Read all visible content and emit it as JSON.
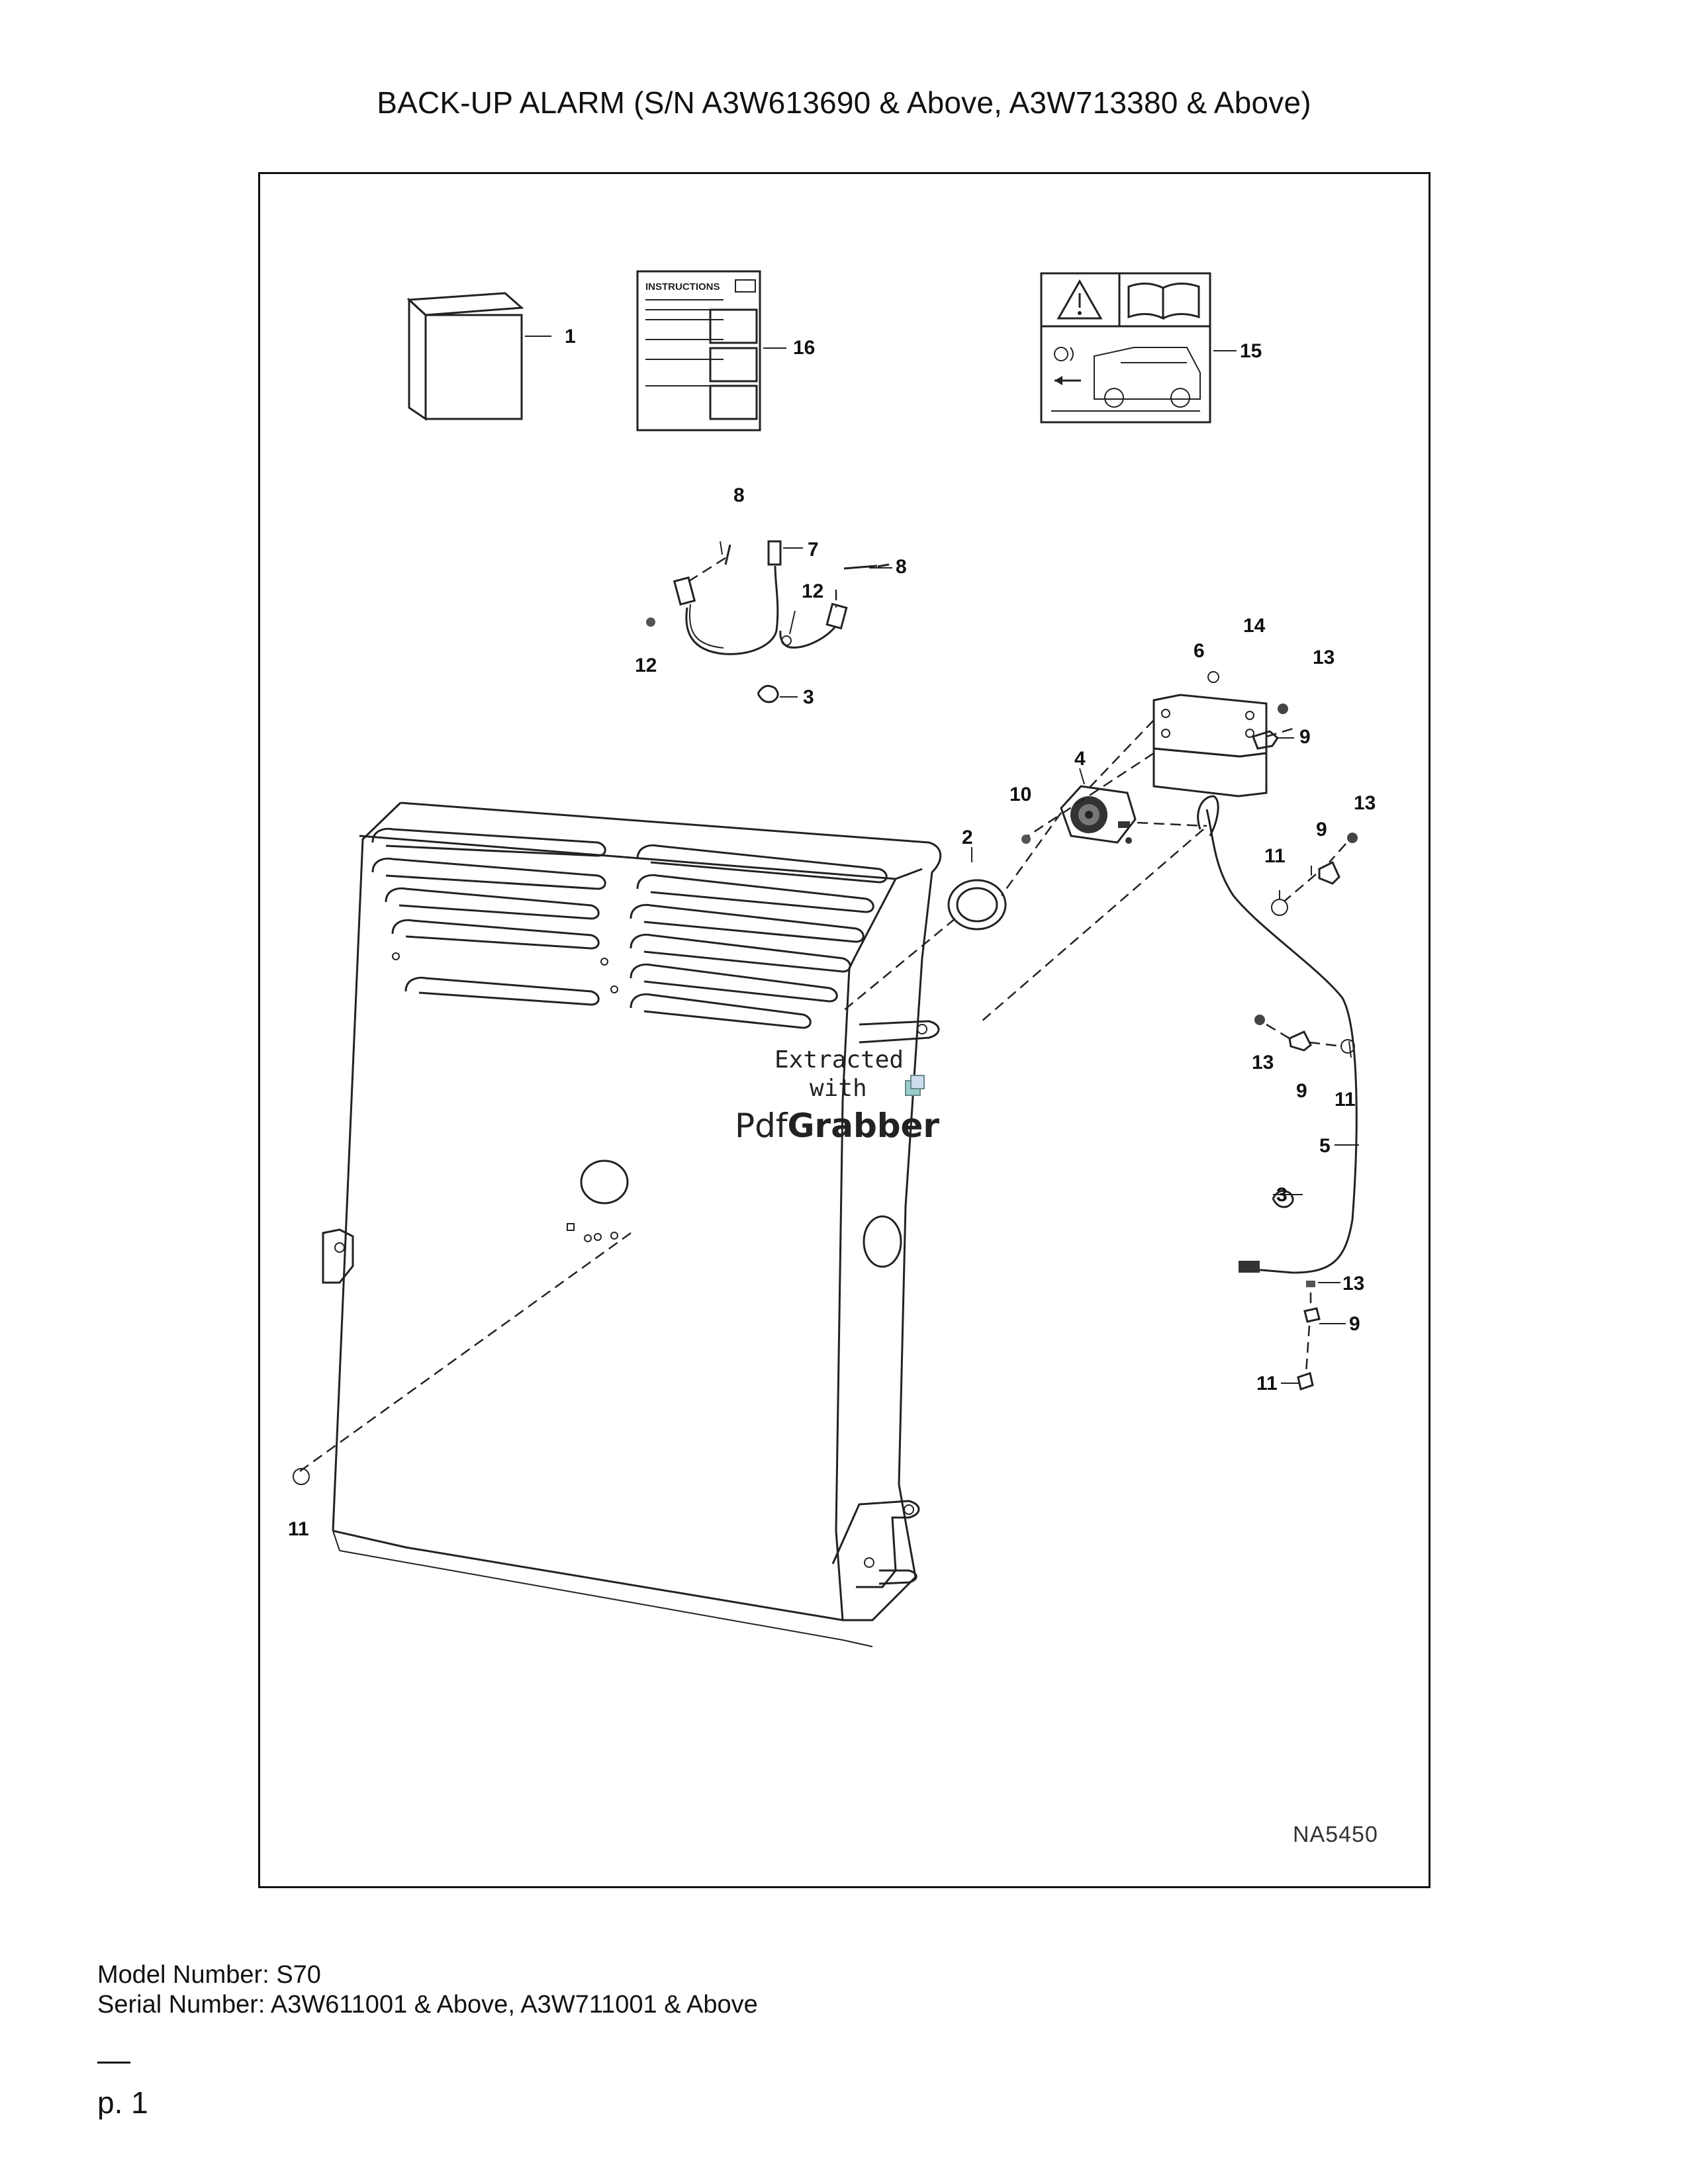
{
  "header": {
    "title": "BACK-UP ALARM (S/N A3W613690 & Above, A3W713380 & Above)"
  },
  "figure": {
    "drawing_id": "NA5450",
    "instructions_label": "INSTRUCTIONS",
    "callouts": [
      "1",
      "16",
      "15",
      "8",
      "7",
      "8",
      "12",
      "12",
      "3",
      "14",
      "6",
      "13",
      "9",
      "4",
      "10",
      "2",
      "13",
      "9",
      "11",
      "13",
      "9",
      "11",
      "5",
      "3",
      "13",
      "9",
      "11",
      "11"
    ],
    "icons": [
      "kit-box-icon",
      "instruction-sheet-icon",
      "warning-decal-icon",
      "alarm-speaker-icon",
      "grommet-icon",
      "bracket-icon",
      "wire-harness-icon"
    ]
  },
  "watermark": {
    "line1": "Extracted",
    "line2": "with",
    "brand_a": "Pdf",
    "brand_b": "Grabber"
  },
  "footer": {
    "model_label": "Model Number: S70",
    "serial_label": "Serial Number: A3W611001 & Above, A3W711001 & Above",
    "page_label": "p. 1"
  }
}
